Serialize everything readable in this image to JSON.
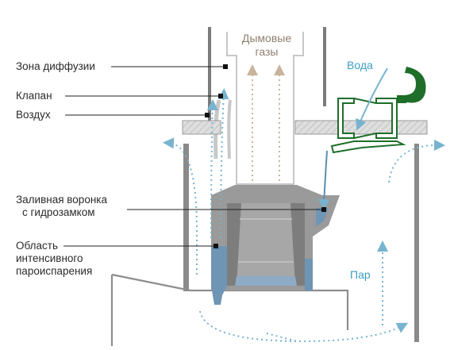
{
  "labels": {
    "diffusion_zone": "Зона диффузии",
    "valve": "Клапан",
    "air": "Воздух",
    "funnel_line1": "Заливная воронка",
    "funnel_line2": "с гидрозамком",
    "evap_line1": "Область",
    "evap_line2": "интенсивного",
    "evap_line3": "пароиспарения",
    "smoke_line1": "Дымовые",
    "smoke_line2": "газы",
    "water": "Вода",
    "steam": "Пар"
  },
  "colors": {
    "wall": "#7b7b7b",
    "funnel_gray": "#9a9a9a",
    "funnel_dark": "#7a7a7a",
    "water_blue": "#6f95b5",
    "arrow_blue": "#77b3cf",
    "smoke_tan": "#c9b49b",
    "valve_green": "#1f6e2a",
    "label_text": "#2b2b2b",
    "smoke_text": "#8e7f70",
    "blue_text": "#3d9fc1"
  },
  "icons": [
    "water-tap-icon",
    "funnel-icon",
    "leader-dot-icon"
  ]
}
